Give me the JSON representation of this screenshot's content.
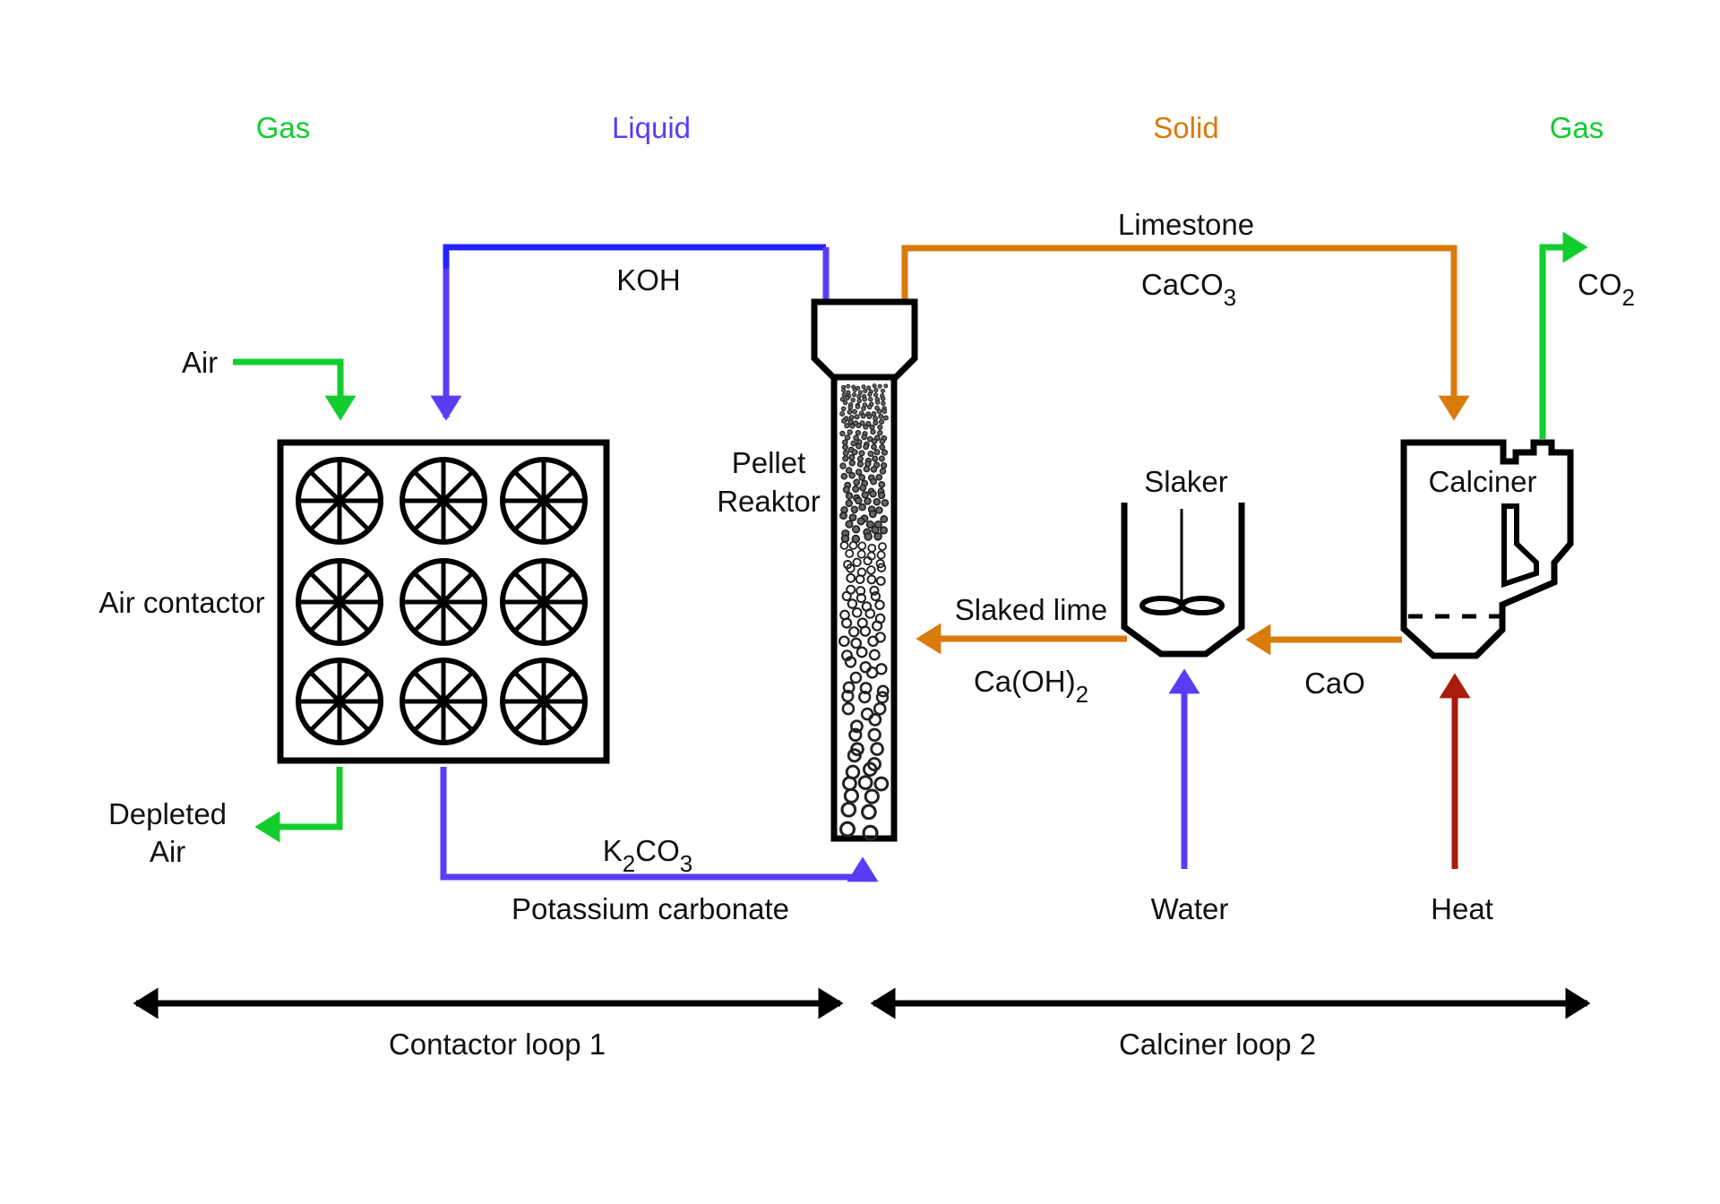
{
  "colors": {
    "gas": "#13cc2e",
    "liquid": "#5b3cf5",
    "liquid_top": "#2424ff",
    "solid": "#d97a0c",
    "heat": "#a81c0c",
    "equipment": "#000000",
    "text": "#111111"
  },
  "phases": {
    "gas_left": "Gas",
    "liquid": "Liquid",
    "solid": "Solid",
    "gas_right": "Gas"
  },
  "equipment": {
    "air_contactor": "Air contactor",
    "pellet_reactor_line1": "Pellet",
    "pellet_reactor_line2": "Reaktor",
    "slaker": "Slaker",
    "calciner": "Calciner"
  },
  "streams": {
    "air_in": "Air",
    "depleted_air_line1": "Depleted",
    "depleted_air_line2": "Air",
    "koh": "KOH",
    "k2co3": {
      "base1": "K",
      "sub1": "2",
      "base2": "CO",
      "sub2": "3"
    },
    "potassium_carbonate": "Potassium carbonate",
    "limestone": "Limestone",
    "caco3": {
      "base": "CaCO",
      "sub": "3"
    },
    "co2": {
      "base": "CO",
      "sub": "2"
    },
    "slaked_lime": "Slaked lime",
    "caoh2": {
      "base": "Ca(OH)",
      "sub": "2"
    },
    "cao": "CaO",
    "water": "Water",
    "heat": "Heat"
  },
  "loops": {
    "loop1": "Contactor loop 1",
    "loop2": "Calciner loop 2"
  }
}
